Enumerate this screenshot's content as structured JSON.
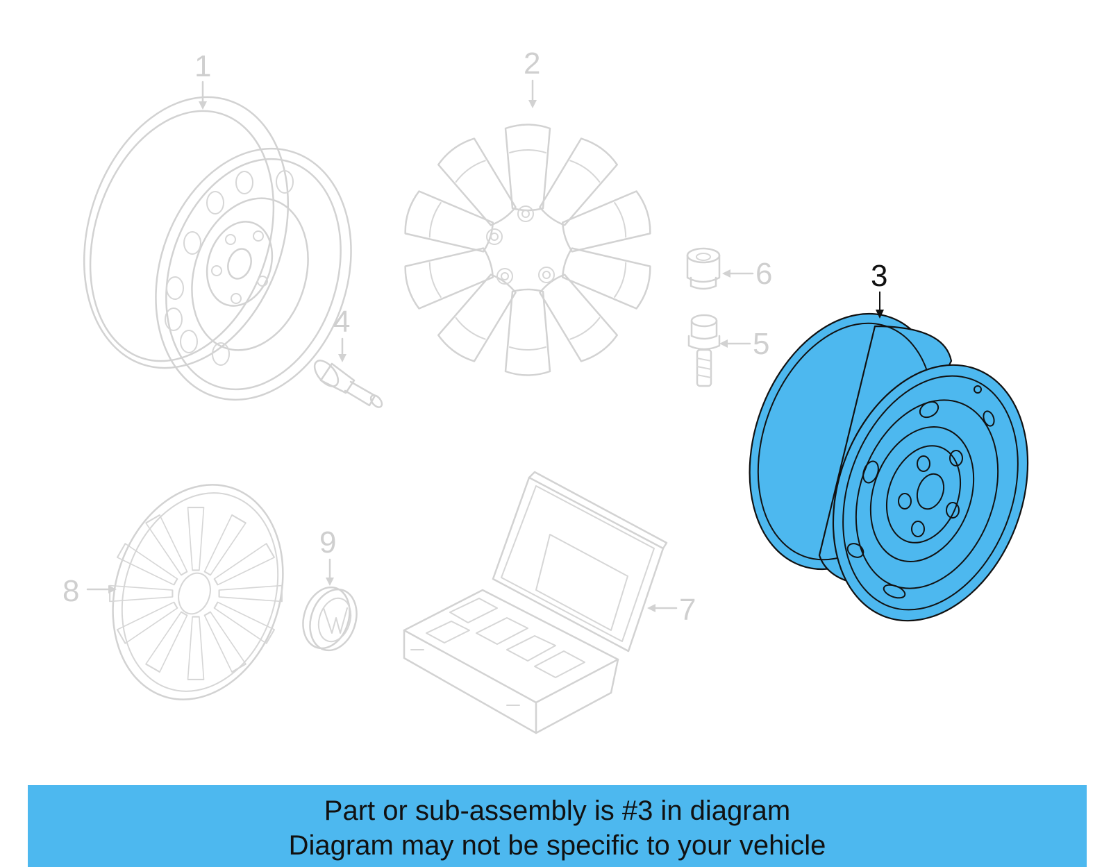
{
  "callouts": {
    "c1": "1",
    "c2": "2",
    "c3": "3",
    "c4": "4",
    "c5": "5",
    "c6": "6",
    "c7": "7",
    "c8": "8",
    "c9": "9"
  },
  "highlighted_part": "3",
  "colors": {
    "highlight": "#4db8ef",
    "ghost_line": "#d2d2d2",
    "active_line": "#111111"
  },
  "banner": {
    "line1": "Part or sub-assembly is #3 in diagram",
    "line2": "Diagram may not be specific to your vehicle"
  }
}
